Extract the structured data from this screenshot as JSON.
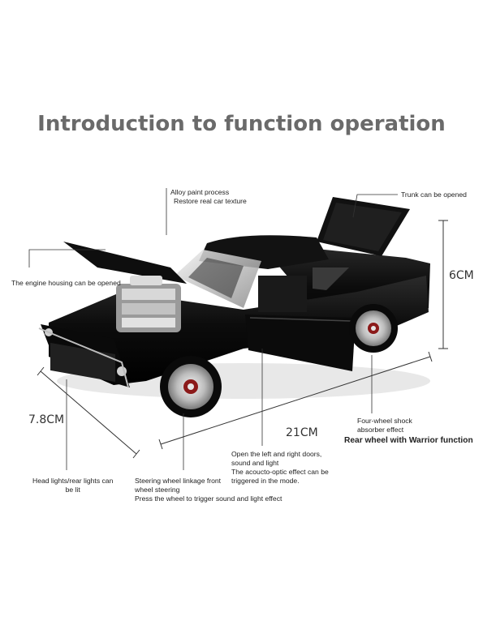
{
  "title": "Introduction to function operation",
  "labels": {
    "alloy": [
      "Alloy paint process",
      "Restore real car texture"
    ],
    "trunk": "Trunk can be opened",
    "engine": "The engine housing can be opened",
    "lights": [
      "Head lights/rear lights can",
      "be lit"
    ],
    "steering": [
      "Steering wheel linkage front",
      "wheel steering",
      "Press the wheel to trigger sound and light effect"
    ],
    "doors": [
      "Open the left and right doors,",
      "sound and light",
      "The acoucto-optic effect can be",
      "triggered in the mode."
    ],
    "shock": [
      "Four-wheel shock",
      "absorber effect"
    ],
    "rear_wheel": "Rear wheel with Warrior function"
  },
  "dimensions": {
    "height": "6CM",
    "width": "7.8CM",
    "length": "21CM"
  },
  "colors": {
    "title": "#6a6a6a",
    "car_body": "#0d0d0d",
    "line": "#333333"
  }
}
